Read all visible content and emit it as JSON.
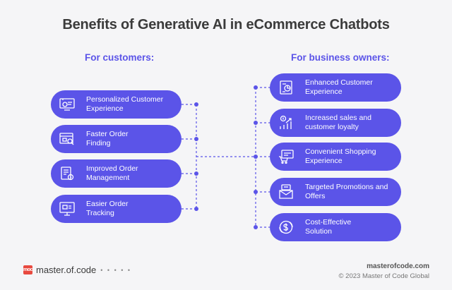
{
  "title": "Benefits of Generative AI in eCommerce Chatbots",
  "customers": {
    "heading": "For customers:",
    "items": [
      {
        "label": "Personalized Customer\nExperience",
        "icon": "personalization-screen-icon"
      },
      {
        "label": "Faster Order\nFinding",
        "icon": "order-search-icon"
      },
      {
        "label": "Improved Order\nManagement",
        "icon": "order-management-icon"
      },
      {
        "label": "Easier Order\nTracking",
        "icon": "tracking-monitor-icon"
      }
    ]
  },
  "business": {
    "heading": "For business owners:",
    "items": [
      {
        "label": "Enhanced Customer\nExperience",
        "icon": "analytics-document-icon"
      },
      {
        "label": "Increased sales and\ncustomer loyalty",
        "icon": "sales-growth-chart-icon"
      },
      {
        "label": "Convenient Shopping\nExperience",
        "icon": "shopping-cart-screen-icon"
      },
      {
        "label": "Targeted Promotions and\nOffers",
        "icon": "promo-envelope-icon"
      },
      {
        "label": "Cost-Effective\nSolution",
        "icon": "cost-saving-coin-icon"
      }
    ]
  },
  "footer": {
    "brand_mark": "moc",
    "brand_name": "master.of.code",
    "site": "masterofcode.com",
    "copyright": "© 2023 Master of Code Global"
  },
  "colors": {
    "accent": "#5b54e8",
    "title": "#3b3b3b",
    "background": "#f5f5f7",
    "logo": "#e8493f"
  }
}
